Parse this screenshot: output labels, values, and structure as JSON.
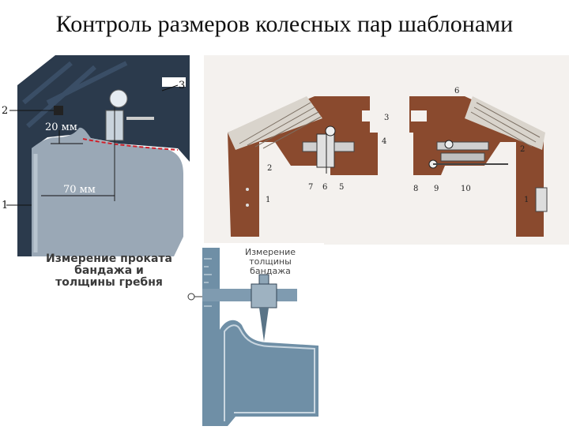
{
  "slide": {
    "title": "Контроль размеров колесных пар шаблонами"
  },
  "figure_left": {
    "labels": {
      "one": "1",
      "two": "2",
      "three": "3",
      "dim_20": "20 мм",
      "dim_70": "70 мм"
    },
    "caption_lines": [
      "Измерение проката",
      "бандажа и",
      "толщины гребня"
    ]
  },
  "figure_right": {
    "labels": {
      "n1_left": "1",
      "n2_left": "2",
      "n3": "3",
      "n4": "4",
      "n5": "5",
      "n6_left": "6",
      "n6_right": "6",
      "n7": "7",
      "n8": "8",
      "n9": "9",
      "n10": "10",
      "n1_right": "1",
      "n2_right": "2"
    }
  },
  "figure_bottom": {
    "caption_lines": [
      "Измерение толщины",
      "бандажа"
    ]
  },
  "colors": {
    "template_brown": "#8a4a2e",
    "template_steel": "#6f8fa6",
    "wheel_gray": "#9aa8b6",
    "dark_background": "#2b3a4c"
  }
}
